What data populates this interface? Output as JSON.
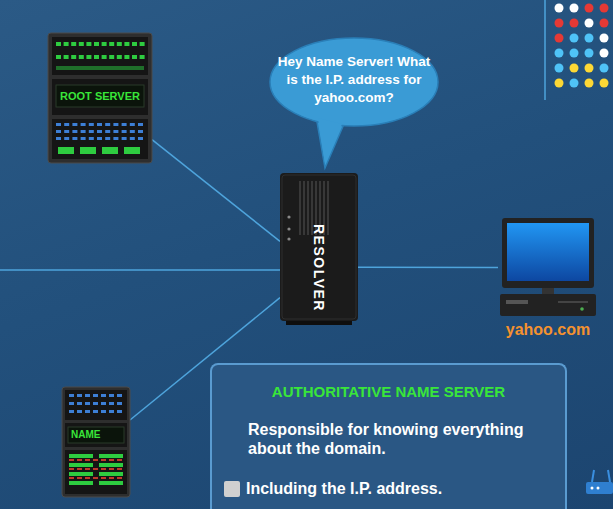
{
  "diagram": {
    "nodes": [
      {
        "text": [
          "ROOT SERVER"
        ]
      },
      {
        "text": [
          "Hey Name Server! What is the I.P. address for yahoo.com?"
        ]
      },
      {
        "text": [
          "RESOLVER"
        ]
      },
      {
        "text": [
          "yahoo.com"
        ]
      },
      {
        "text": [
          "NAME"
        ]
      },
      {
        "text": [
          "AUTHORITATIVE NAME SERVER",
          "Responsible for knowing everything about the domain.",
          "Including the I.P. address."
        ]
      }
    ],
    "edges": [
      {
        "from": 0,
        "to": 2,
        "arrow": "none"
      },
      {
        "from": 2,
        "to": 3,
        "arrow": "none"
      },
      {
        "from": 4,
        "to": 2,
        "arrow": "none"
      }
    ]
  }
}
